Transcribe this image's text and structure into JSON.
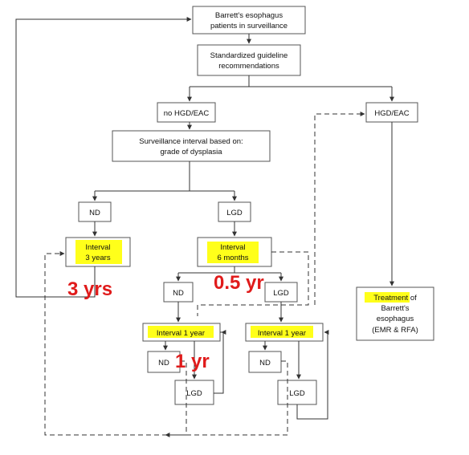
{
  "nodes": {
    "root": [
      "Barrett's esophagus",
      "patients in surveillance"
    ],
    "guideline": [
      "Standardized guideline",
      "recommendations"
    ],
    "no_hgd": [
      "no HGD/EAC"
    ],
    "hgd": [
      "HGD/EAC"
    ],
    "interval_basis": [
      "Surveillance interval based on:",
      "grade of dysplasia"
    ],
    "nd_top": [
      "ND"
    ],
    "lgd_top": [
      "LGD"
    ],
    "interval_3y": [
      "Interval",
      "3 years"
    ],
    "interval_6m": [
      "Interval",
      "6 months"
    ],
    "treatment": [
      "Treatment of",
      "Barrett's",
      "esophagus",
      "(EMR & RFA)"
    ],
    "nd_mid": [
      "ND"
    ],
    "lgd_mid": [
      "LGD"
    ],
    "interval_1y_left": [
      "Interval 1 year"
    ],
    "interval_1y_right": [
      "Interval 1 year"
    ],
    "nd_low_left": [
      "ND"
    ],
    "lgd_low_left": [
      "LGD"
    ],
    "nd_low_right": [
      "ND"
    ],
    "lgd_low_right": [
      "LGD"
    ]
  },
  "annotations": {
    "three_yrs": "3 yrs",
    "half_yr": "0.5 yr",
    "one_yr": "1 yr"
  },
  "colors": {
    "highlight": "#ffff1a",
    "annotation": "#e01b1b",
    "line": "#333333"
  }
}
